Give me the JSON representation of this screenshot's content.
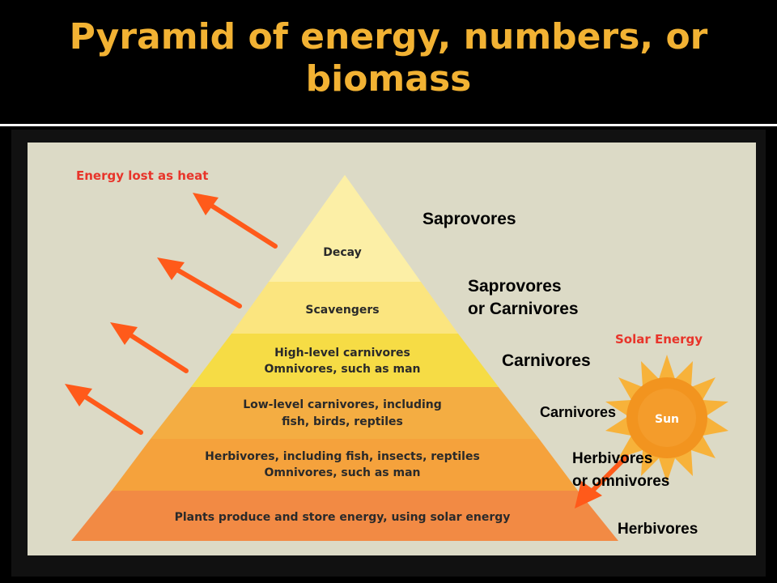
{
  "title": {
    "line1": "Pyramid of energy, numbers, or",
    "line2": "biomass"
  },
  "diagram": {
    "heat_label": "Energy lost as heat",
    "solar_label": "Solar Energy",
    "sun_label": "Sun",
    "levels": [
      {
        "line1": "Decay",
        "line2": "",
        "color": "#fcefa6"
      },
      {
        "line1": "Scavengers",
        "line2": "",
        "color": "#fbe57f"
      },
      {
        "line1": "High-level carnivores",
        "line2": "Omnivores, such as man",
        "color": "#f6dc45"
      },
      {
        "line1": "Low-level carnivores, including",
        "line2": "fish, birds, reptiles",
        "color": "#f4ad42"
      },
      {
        "line1": "Herbivores, including fish, insects, reptiles",
        "line2": "Omnivores, such as man",
        "color": "#f5a23c"
      },
      {
        "line1": "Plants produce and store energy, using solar energy",
        "line2": "",
        "color": "#f28a44"
      }
    ],
    "colors": {
      "arrow": "#ff5a1a",
      "heat_text": "#e8342a",
      "sun_core": "#f2941f",
      "background": "#dcdac6"
    }
  },
  "side_labels": {
    "saprovores": "Saprovores",
    "saprovores_or_carnivores_1": "Saprovores",
    "saprovores_or_carnivores_2": "or Carnivores",
    "carnivores_high": "Carnivores",
    "carnivores_low": "Carnivores",
    "herbivores_or_omnivores_1": "Herbivores",
    "herbivores_or_omnivores_2": "or omnivores",
    "herbivores": "Herbivores"
  }
}
